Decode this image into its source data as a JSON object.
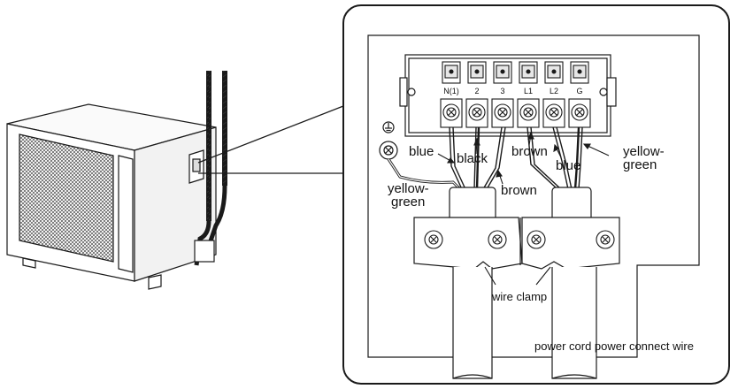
{
  "terminals": [
    "N(1)",
    "2",
    "3",
    "L1",
    "L2",
    "G"
  ],
  "labels": {
    "blue_left": "blue",
    "black": "black",
    "brown_top": "brown",
    "blue_right": "blue",
    "yellow_green_right": "yellow-\ngreen",
    "yellow_green_left": "yellow-\ngreen",
    "brown_bottom": "brown",
    "wire_clamp": "wire clamp",
    "power_cord": "power cord power connect wire"
  },
  "colors": {
    "line": "#1a1a1a",
    "panel_bg": "#ffffff",
    "terminal_fill": "#e6e6e6"
  },
  "icons": {
    "ground": "ground-symbol-icon"
  }
}
